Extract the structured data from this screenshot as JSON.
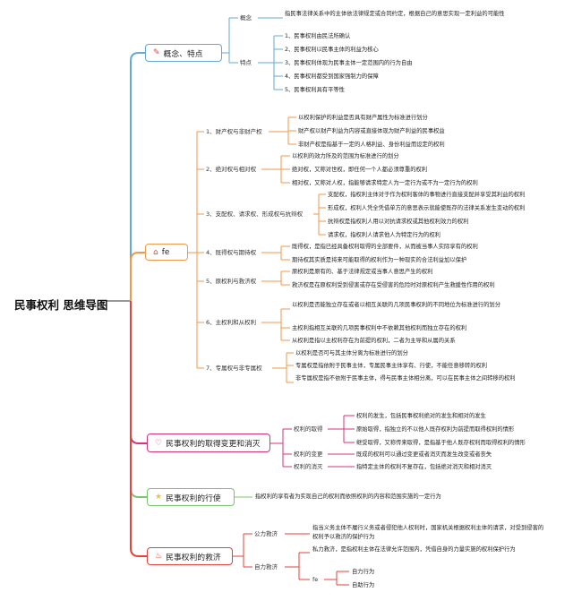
{
  "root": "民事权利 思维导图",
  "colors": {
    "blue": "#66a8d6",
    "orange": "#ef9a4a",
    "pink": "#d6337a",
    "green": "#78c46a",
    "yellow": "#e6c632",
    "red": "#e4423a"
  },
  "icons": {
    "concept": "pencil-icon",
    "types": "house-icon",
    "acquire": "heart-icon",
    "exercise": "star-icon",
    "relief": "flame-icon"
  },
  "branches": {
    "concept": {
      "label": "概念、特点",
      "concept_label": "概念",
      "concept_text": "指民事法律关系中的主体依法律规定或合同约定，根据自己的意思实现一定利益的可能性",
      "features_label": "特点",
      "features": [
        "1、民事权利由民法所确认",
        "2、民事权利以民事主体的利益为核心",
        "3、民事权利体现为民事主体一定范围内的行为自由",
        "4、民事权利都受到国家强制力的保障",
        "5、民事权利具有平等性"
      ]
    },
    "types": {
      "label": "fe",
      "groups": [
        {
          "label": "1、财产权与非财产权",
          "items": [
            "以权利保护的利益是否具有财产属性为标准进行划分",
            "财产权以财产利益为内容或直接体现为财产利益的民事权益",
            "非财产权是指基于一定的人格利益、身份利益而设定的权利"
          ]
        },
        {
          "label": "2、绝对权与相对权",
          "items": [
            "以权利的效力所及的范围为标准进行的划分",
            "绝对权，又称对世权，即任何一个人都必须尊重的权利",
            "相对权，又称对人权，指能够请求特定人为一定行为或不为一定行为的权利"
          ]
        },
        {
          "label": "3、支配权、请求权、形成权与抗辩权",
          "items": [
            "支配权，指权利主体对于作为权利客体的事物进行直接支配并享受其利益的权利",
            "形成权，权利人凭全凭借单方的意思表示就能使既存的法律关系发生变动的权利",
            "抗辩权是指权利人用以对抗请求权或其他权利效力的权利",
            "请求权，指权利人请求他人为特定行为的权利"
          ]
        },
        {
          "label": "4、既得权与期待权",
          "items": [
            "既得权，是指已经具备权利取得的全部要件，从而被当事人实际享有的权利",
            "期待权其实质是将来可能取得的权利作为一种现实的合法利益加以保护"
          ]
        },
        {
          "label": "5、原权利与救济权",
          "items": [
            "原权利是原有的、基于法律规定或当事人意思产生的权利",
            "救济权是在原权利受到侵害或存在受侵害的危险时对原权利产生救援性作用的权利"
          ]
        },
        {
          "label": "6、主权利和从权利",
          "items": [
            "以权利是否能独立存在或者以相互关联的几项民事权利的不同地位为标准进行的划分",
            "主权利指相互关联的几项民事权利中不依赖其他权利而独立存在的权利",
            "从权利是指以主权利存在为前提的权利，二者为主导和从属的关系"
          ]
        },
        {
          "label": "7、专属权与非专属权",
          "items": [
            "以权利是否可与其主体分离为标准进行的划分",
            "专属权是指依附于民事主体，专属民事主体享有、行使，不能任意移转的权利",
            "非专属权是指不依附于民事主体，得与民事主体相分离，可以在民事主体之间转移的权利"
          ]
        }
      ]
    },
    "acquire": {
      "label": "民事权利的取得变更和消灭",
      "groups": [
        {
          "label": "权利的取得",
          "items": [
            "权利的发生，包括民事权利绝对的发生和相对的发生",
            "原始取得，指独立的不以他人既存权利为前提而取得权利的情形",
            "继受取得，又称传来取得，是指基于他人既存权利而取得权利的情形"
          ]
        },
        {
          "label": "权利的变更",
          "items": [
            "既成的权利可以通过变更或者消灭而发生改变或者丧失"
          ]
        },
        {
          "label": "权利的消灭",
          "items": [
            "指特定主体的权利不复存在，包括绝对消灭和相对消灭"
          ]
        }
      ]
    },
    "exercise": {
      "label": "民事权利的行使",
      "text": "指权利的享有者为实现自己的权利而依照权利的内容和范围实施的一定行为"
    },
    "relief": {
      "label": "民事权利的救济",
      "public_label": "公力救济",
      "public_text": "指当义务主体不履行义务或者侵犯他人权利时，国家机关根据权利主体的请求，对受到侵害的权利予以救济的保护行为",
      "self_label": "自力救济",
      "self_text": "私力救济，是指权利主体在法律允许范围内，凭借自身的力量实施的权利保护行为",
      "fe_label": "fe",
      "fe_items": [
        "自力行为",
        "自助行为"
      ]
    }
  }
}
